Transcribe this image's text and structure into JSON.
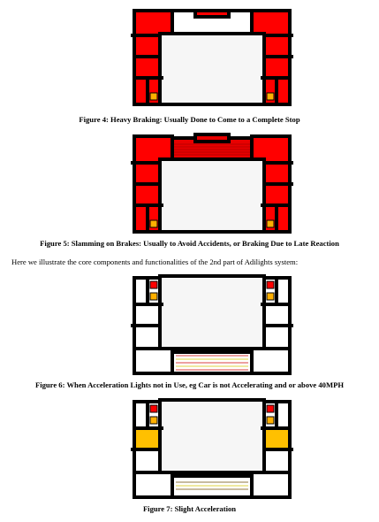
{
  "figures": [
    {
      "caption": "Figure 4: Heavy Braking: Usually Done to Come to a Complete Stop",
      "state": "heavy-braking",
      "colors": {
        "brake": "#ff0000",
        "indicator": "#ffb000",
        "lights_off": "#ffffff",
        "outline": "#000000",
        "car_body": "#f6f6f6"
      }
    },
    {
      "caption": "Figure 5: Slamming on Brakes: Usually to Avoid Accidents, or Braking Due to Late Reaction",
      "state": "slamming-brakes",
      "colors": {
        "brake": "#ff0000",
        "indicator": "#ffb000",
        "stripe": "#8b0000"
      }
    },
    {
      "caption": "Figure 6: When Acceleration Lights not in Use, eg Car is not Accelerating and or above 40MPH",
      "state": "acceleration-lights-off",
      "colors": {
        "brake": "#ff0000",
        "indicator": "#ffb000",
        "stripe_red": "#cc0000",
        "stripe_yellow": "#d4c400"
      }
    },
    {
      "caption": "Figure 7: Slight Acceleration",
      "state": "slight-acceleration",
      "colors": {
        "accel": "#ffc000",
        "brake": "#ff0000",
        "indicator": "#ffb000"
      }
    }
  ],
  "intro_text": "Here we illustrate the core components and functionalities of the 2nd part of Adilights system:"
}
